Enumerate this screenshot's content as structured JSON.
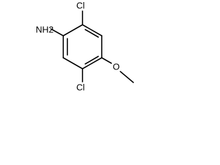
{
  "structure": {
    "atoms": {
      "amine": "NH2",
      "chlorine_top": "Cl",
      "chlorine_bottom": "Cl",
      "ether_oxygen": "O"
    }
  }
}
